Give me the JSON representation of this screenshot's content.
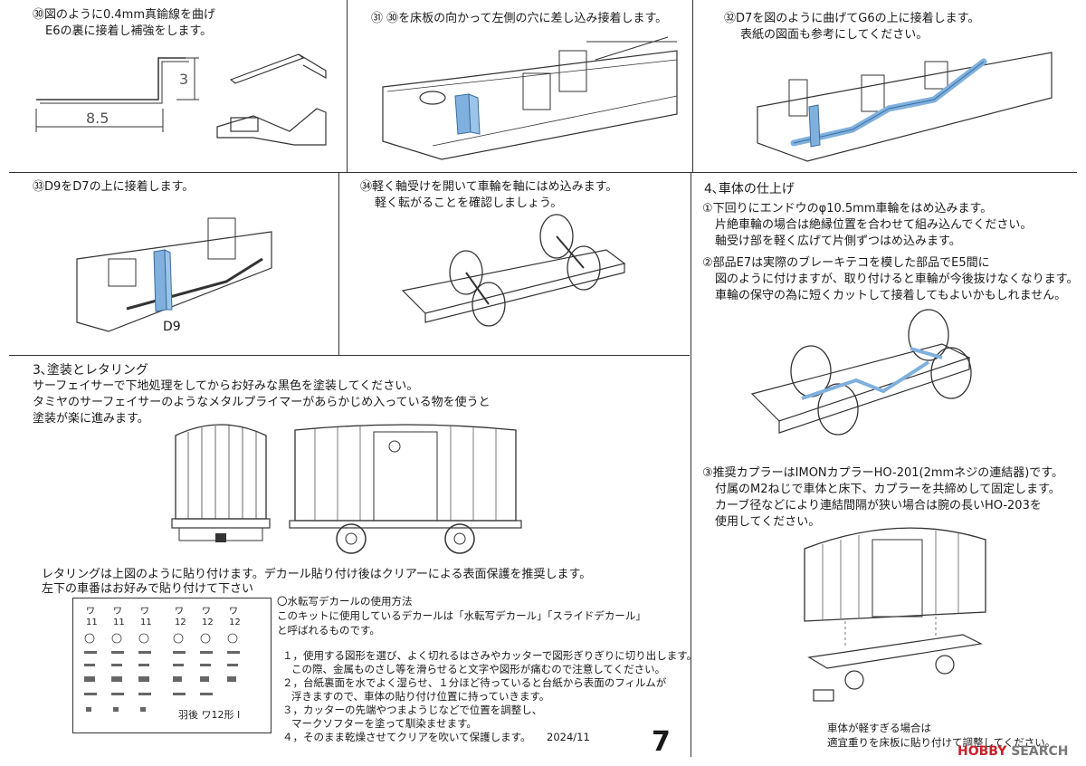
{
  "steps": {
    "s30": {
      "lines": [
        "㉚図のように0.4mm真鍮線を曲げ",
        "E6の裏に接着し補強をします。"
      ],
      "dim_w": "8.5",
      "dim_h": "3"
    },
    "s31": {
      "lines": [
        "㉛ ㉚を床板の向かって左側の穴に差し込み接着します。"
      ]
    },
    "s32": {
      "lines": [
        "㉜D7を図のように曲げてG6の上に接着します。",
        "表紙の図面も参考にしてください。"
      ]
    },
    "s33": {
      "lines": [
        "㉝D9をD7の上に接着します。"
      ],
      "part_label": "D9"
    },
    "s34": {
      "lines": [
        "㉞軽く軸受けを開いて車輪を軸にはめ込みます。",
        "軽く転がることを確認しましょう。"
      ]
    }
  },
  "section3": {
    "heading": "3､塗装とレタリング",
    "lines": [
      "サーフェイサーで下地処理をしてからお好みな黒色を塗装してください。",
      "タミヤのサーフェイサーのようなメタルプライマーがあらかじめ入っている物を使うと",
      "塗装が楽に進みます。"
    ],
    "lettering": [
      "レタリングは上図のように貼り付けます。デカール貼り付け後はクリアーによる表面保護を推奨します。",
      "左下の車番はお好みで貼り付けて下さい"
    ]
  },
  "decal_sheet": {
    "row1": [
      "ワ",
      "ワ",
      "ワ",
      "ワ",
      "ワ",
      "ワ"
    ],
    "row1b": [
      "11",
      "11",
      "11",
      "12",
      "12",
      "12"
    ],
    "caption": "羽後 ワ12形 Ⅰ"
  },
  "water_decal": {
    "title": "〇水転写デカールの使用方法",
    "intro": [
      "このキットに使用しているデカールは「水転写デカール」「スライドデカール」",
      "と呼ばれるものです。"
    ],
    "steps": [
      "１，使用する図形を選び、よく切れるはさみやカッターで図形ぎりぎりに切り出します。",
      "この際、金属ものさし等を滑らせると文字や図形が痛むので注意してください。",
      "２，台紙裏面を水でよく湿らせ、１分ほど待っていると台紙から表面のフィルムが",
      "浮きますので、車体の貼り付け位置に持っていきます。",
      "３，カッターの先端やつまようじなどで位置を調整し、",
      "マークソフターを塗って馴染ませます。",
      "４，そのまま乾燥させてクリアを吹いて保護します。"
    ],
    "date": "2024/11"
  },
  "section4": {
    "heading": "4､車体の仕上げ",
    "p1": [
      "①下回りにエンドウのφ10.5mm車輪をはめ込みます。",
      "片絶車輪の場合は絶縁位置を合わせて組み込んでください。",
      "軸受け部を軽く広げて片側ずつはめ込みます。"
    ],
    "p2": [
      "②部品E7は実際のブレーキテコを模した部品でE5間に",
      "図のように付けますが、取り付けると車輪が今後抜けなくなります。",
      "車輪の保守の為に短くカットして接着してもよいかもしれません。"
    ],
    "p3": [
      "③推奨カプラーはIMONカプラーHO-201(2mmネジの連結器)です。",
      "付属のM2ねじで車体と床下、カプラーを共締めして固定します。",
      "カーブ径などにより連結間隔が狭い場合は腕の長いHO-203を",
      "使用してください。"
    ],
    "weight": [
      "車体が軽すぎる場合は",
      "適宜重りを床板に貼り付けて調整してください。"
    ]
  },
  "page_number": "7",
  "watermark": {
    "brand": "HOBBY",
    "suffix": "SEARCH"
  },
  "colors": {
    "highlight": "#7fb0de",
    "line": "#333333"
  }
}
